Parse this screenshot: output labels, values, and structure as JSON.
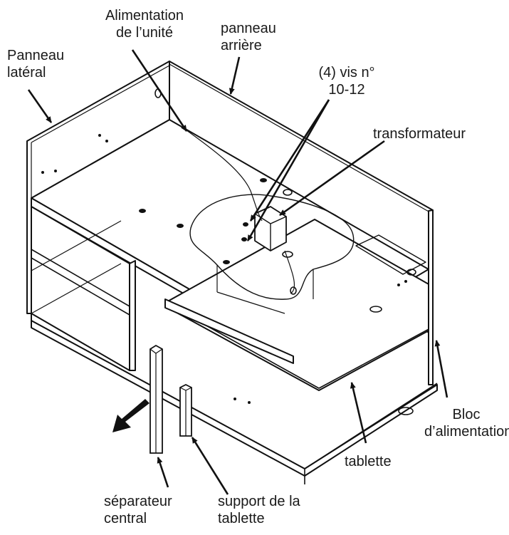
{
  "labels": {
    "unit_power": [
      "Alimentation",
      "de l’unité"
    ],
    "back_panel": [
      "panneau",
      "arrière"
    ],
    "side_panel": [
      "Panneau",
      "latéral"
    ],
    "screws": [
      "(4) vis n°",
      "10-12"
    ],
    "transformer": [
      "transformateur"
    ],
    "power_block": [
      "Bloc",
      "d’alimentation"
    ],
    "shelf": [
      "tablette"
    ],
    "center_divider": [
      "séparateur",
      "central"
    ],
    "shelf_support": [
      "support de la",
      "tablette"
    ]
  }
}
